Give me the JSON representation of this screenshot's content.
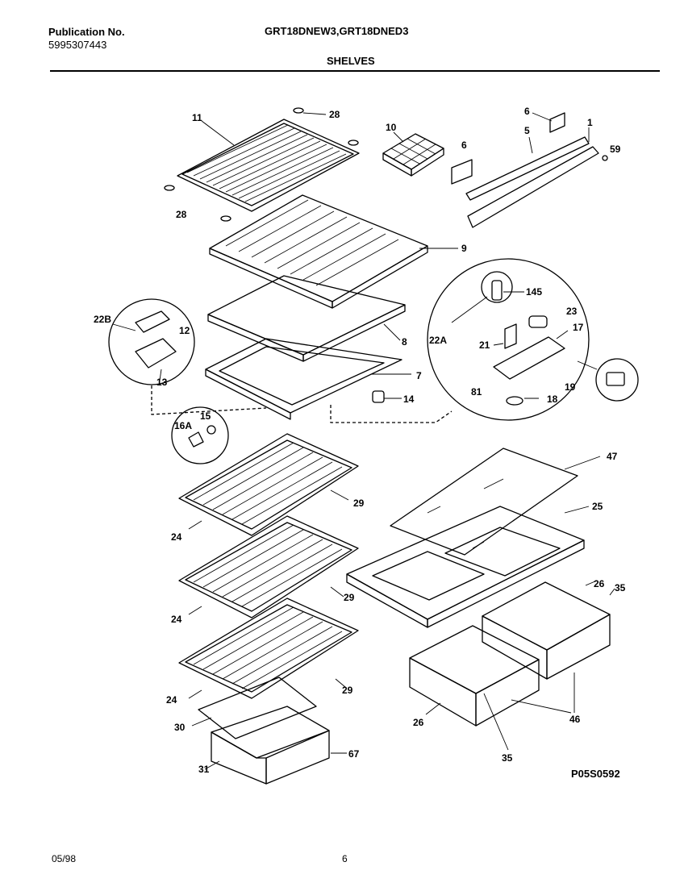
{
  "header": {
    "publication_label": "Publication No.",
    "publication_number": "5995307443",
    "model_numbers": "GRT18DNEW3,GRT18DNED3",
    "section_title": "SHELVES"
  },
  "footer": {
    "date": "05/98",
    "page_number": "6"
  },
  "figure_code": "P05S0592",
  "callouts": {
    "c11": "11",
    "c28a": "28",
    "c28b": "28",
    "c10": "10",
    "c6a": "6",
    "c6b": "6",
    "c5": "5",
    "c1": "1",
    "c59": "59",
    "c9": "9",
    "c145": "145",
    "c23": "23",
    "c22B": "22B",
    "c12": "12",
    "c13": "13",
    "c8": "8",
    "c22A": "22A",
    "c21": "21",
    "c17": "17",
    "c7": "7",
    "c14": "14",
    "c81": "81",
    "c18": "18",
    "c19": "19",
    "c15": "15",
    "c16A": "16A",
    "c47": "47",
    "c25": "25",
    "c29a": "29",
    "c24a": "24",
    "c29b": "29",
    "c24b": "24",
    "c26a": "26",
    "c35a": "35",
    "c29c": "29",
    "c24c": "24",
    "c30": "30",
    "c26b": "26",
    "c46": "46",
    "c31": "31",
    "c67": "67",
    "c35b": "35"
  }
}
